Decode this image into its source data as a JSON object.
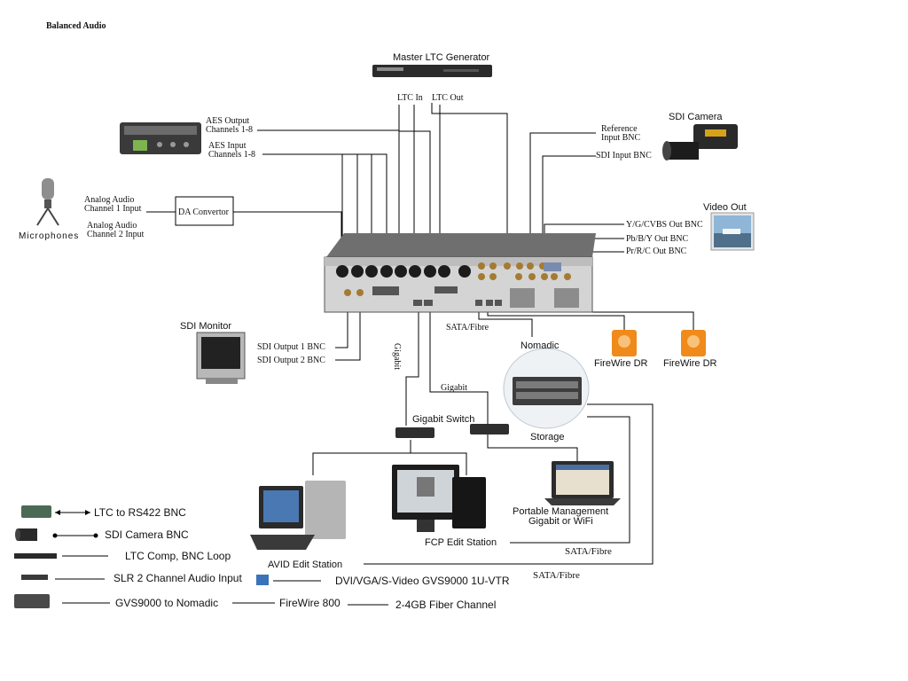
{
  "page_title": "Balanced Audio",
  "devices": {
    "master_ltc": "Master LTC Generator",
    "ltc_in": "LTC In",
    "ltc_out": "LTC Out",
    "sdi_camera": "SDI Camera",
    "reference_input_1": "Reference",
    "reference_input_2": "Input BNC",
    "sdi_input": "SDI Input BNC",
    "video_out": "Video Out",
    "ygcvbs": "Y/G/CVBS Out BNC",
    "pbby": "Pb/B/Y Out BNC",
    "prrc": "Pr/R/C Out BNC",
    "aes_output_1": "AES Output",
    "aes_output_2": "Channels 1-8",
    "aes_input_1": "AES Input",
    "aes_input_2": "Channels 1-8",
    "analog1_1": "Analog Audio",
    "analog1_2": "Channel 1 Input",
    "analog2_1": "Analog Audio",
    "analog2_2": "Channel 2 Input",
    "microphones": "Microphones",
    "da_convertor": "DA Convertor",
    "sdi_monitor": "SDI Monitor",
    "sdi_out1": "SDI Output 1 BNC",
    "sdi_out2": "SDI Output 2 BNC",
    "gigabit_vertical": "Gigabit",
    "gigabit": "Gigabit",
    "sata_fibre_top": "SATA/Fibre",
    "nomadic": "Nomadic",
    "firewire_dr1": "FireWire DR",
    "firewire_dr2": "FireWire DR",
    "storage": "Storage",
    "gigabit_switch": "Gigabit Switch",
    "portable_mgmt_1": "Portable Management",
    "portable_mgmt_2": "Gigabit or WiFi",
    "fcp_station": "FCP Edit Station",
    "avid_station": "AVID Edit Station",
    "sata_fibre_1": "SATA/Fibre",
    "sata_fibre_2": "SATA/Fibre"
  },
  "legend": {
    "ltc_rs422": "LTC to RS422 BNC",
    "sdi_camera_bnc": "SDI Camera BNC",
    "ltc_comp": "LTC Comp, BNC Loop",
    "slr_audio": "SLR 2 Channel Audio Input",
    "dvi_vga": "DVI/VGA/S-Video GVS9000 1U-VTR",
    "gvs_nomadic": "GVS9000 to Nomadic",
    "firewire800": "FireWire 800",
    "fiber_channel": "2-4GB Fiber Channel"
  },
  "colors": {
    "firewire_orange": "#f08a1a",
    "monitor_blue": "#2f6fb0",
    "device_dark": "#2b2b2b"
  }
}
